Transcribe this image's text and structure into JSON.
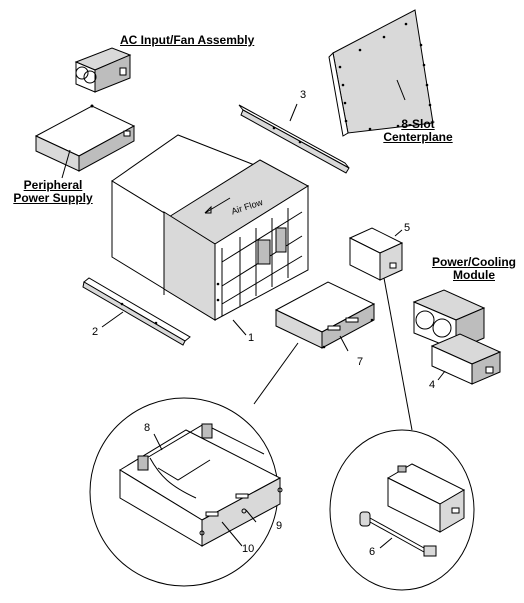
{
  "labels": {
    "ac_input": "AC Input/Fan Assembly",
    "centerplane_line1": "8-Slot",
    "centerplane_line2": "Centerplane",
    "peripheral_line1": "Peripheral",
    "peripheral_line2": "Power Supply",
    "power_cooling_line1": "Power/Cooling",
    "power_cooling_line2": "Module",
    "air_flow": "Air Flow"
  },
  "callouts": {
    "n1": "1",
    "n2": "2",
    "n3": "3",
    "n4": "4",
    "n5": "5",
    "n6": "6",
    "n7": "7",
    "n8": "8",
    "n9": "9",
    "n10": "10"
  }
}
